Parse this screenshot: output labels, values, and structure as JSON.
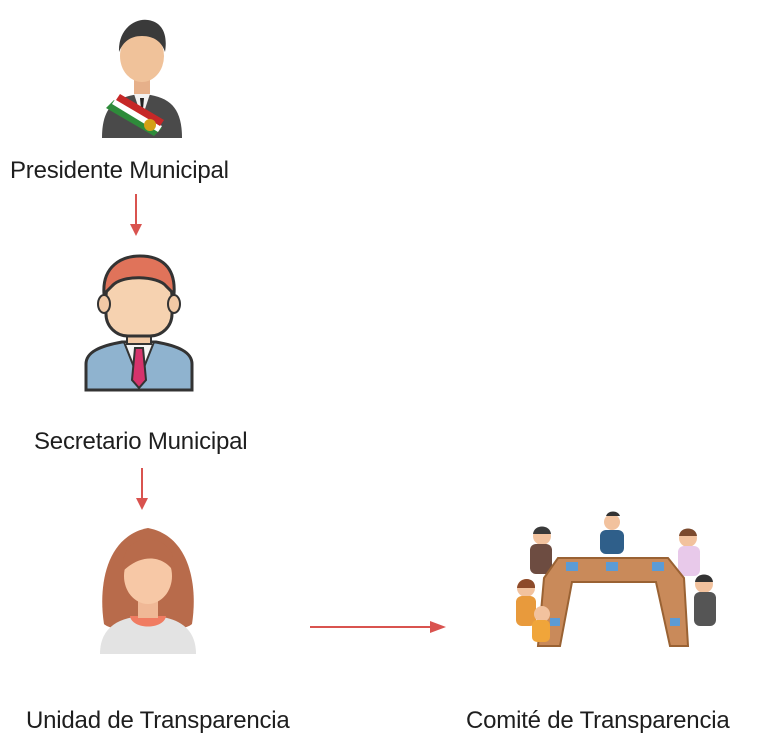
{
  "nodes": {
    "president": {
      "label": "Presidente Municipal",
      "icon": "president-with-sash-icon"
    },
    "secretary": {
      "label": "Secretario Municipal",
      "icon": "man-in-suit-icon"
    },
    "unit": {
      "label": "Unidad de Transparencia",
      "icon": "woman-icon"
    },
    "committee": {
      "label": "Comité de Transparencia",
      "icon": "meeting-table-icon"
    }
  },
  "colors": {
    "arrow": "#d9534f"
  }
}
